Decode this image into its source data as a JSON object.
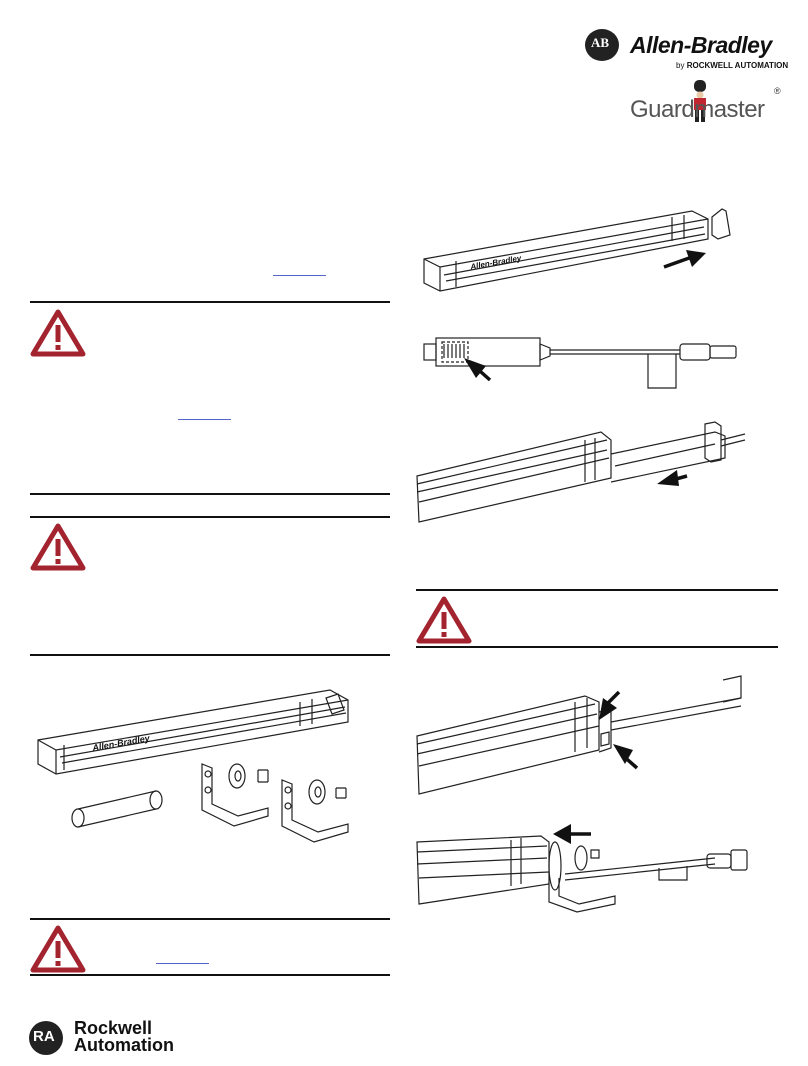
{
  "header": {
    "ab_badge": "AB",
    "brand": "Allen-Bradley",
    "byline_prefix": "by",
    "byline_company": "ROCKWELL AUTOMATION",
    "product_line": "Guardmaster",
    "registered_mark": "®"
  },
  "product_labels": {
    "bar_label": "Allen-Bradley"
  },
  "footer": {
    "company_line1": "Rockwell",
    "company_line2": "Automation",
    "ra_badge": "RA"
  },
  "icons": {
    "warning": "warning-triangle-icon",
    "arrow": "arrow-icon"
  },
  "colors": {
    "warning_red": "#a3232f",
    "link_blue": "#5566c8",
    "rule": "#111111"
  }
}
